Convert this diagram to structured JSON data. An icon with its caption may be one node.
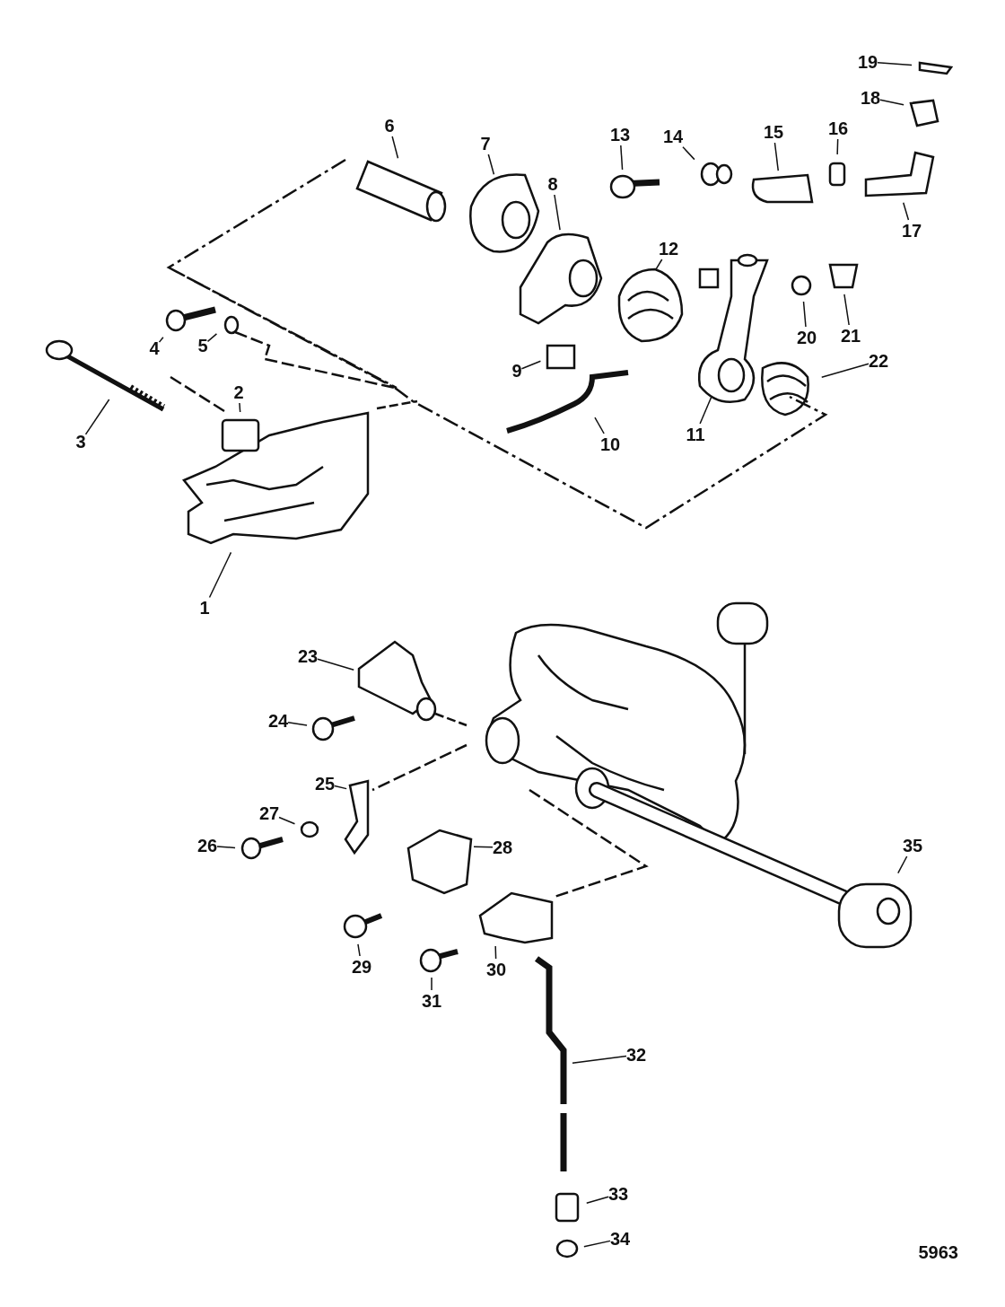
{
  "diagram": {
    "nodes": [
      {
        "text": [
          "1"
        ]
      },
      {
        "text": [
          "2"
        ]
      },
      {
        "text": [
          "3"
        ]
      },
      {
        "text": [
          "4"
        ]
      },
      {
        "text": [
          "5"
        ]
      },
      {
        "text": [
          "6"
        ]
      },
      {
        "text": [
          "7"
        ]
      },
      {
        "text": [
          "8"
        ]
      },
      {
        "text": [
          "9"
        ]
      },
      {
        "text": [
          "10"
        ]
      },
      {
        "text": [
          "11"
        ]
      },
      {
        "text": [
          "12"
        ]
      },
      {
        "text": [
          "13"
        ]
      },
      {
        "text": [
          "14"
        ]
      },
      {
        "text": [
          "15"
        ]
      },
      {
        "text": [
          "16"
        ]
      },
      {
        "text": [
          "17"
        ]
      },
      {
        "text": [
          "18"
        ]
      },
      {
        "text": [
          "19"
        ]
      },
      {
        "text": [
          "20"
        ]
      },
      {
        "text": [
          "21"
        ]
      },
      {
        "text": [
          "22"
        ]
      },
      {
        "text": [
          "23"
        ]
      },
      {
        "text": [
          "24"
        ]
      },
      {
        "text": [
          "25"
        ]
      },
      {
        "text": [
          "26"
        ]
      },
      {
        "text": [
          "27"
        ]
      },
      {
        "text": [
          "28"
        ]
      },
      {
        "text": [
          "29"
        ]
      },
      {
        "text": [
          "30"
        ]
      },
      {
        "text": [
          "31"
        ]
      },
      {
        "text": [
          "32"
        ]
      },
      {
        "text": [
          "33"
        ]
      },
      {
        "text": [
          "34"
        ]
      },
      {
        "text": [
          "35"
        ]
      }
    ],
    "edges": [
      {
        "from": 0,
        "to": null,
        "arrow": "none"
      },
      {
        "from": 1,
        "to": null,
        "arrow": "none"
      },
      {
        "from": 2,
        "to": null,
        "arrow": "none"
      },
      {
        "from": 3,
        "to": null,
        "arrow": "none"
      },
      {
        "from": 4,
        "to": null,
        "arrow": "none"
      },
      {
        "from": 5,
        "to": null,
        "arrow": "none"
      },
      {
        "from": 6,
        "to": null,
        "arrow": "none"
      },
      {
        "from": 7,
        "to": null,
        "arrow": "none"
      },
      {
        "from": 8,
        "to": null,
        "arrow": "none"
      },
      {
        "from": 9,
        "to": null,
        "arrow": "none"
      },
      {
        "from": 10,
        "to": null,
        "arrow": "none"
      },
      {
        "from": 11,
        "to": null,
        "arrow": "none"
      },
      {
        "from": 12,
        "to": null,
        "arrow": "none"
      },
      {
        "from": 13,
        "to": null,
        "arrow": "none"
      },
      {
        "from": 14,
        "to": null,
        "arrow": "none"
      },
      {
        "from": 15,
        "to": null,
        "arrow": "none"
      },
      {
        "from": 16,
        "to": null,
        "arrow": "none"
      },
      {
        "from": 17,
        "to": null,
        "arrow": "none"
      },
      {
        "from": 18,
        "to": null,
        "arrow": "none"
      },
      {
        "from": 19,
        "to": null,
        "arrow": "none"
      },
      {
        "from": 20,
        "to": null,
        "arrow": "none"
      },
      {
        "from": 21,
        "to": null,
        "arrow": "none"
      },
      {
        "from": 22,
        "to": null,
        "arrow": "none"
      },
      {
        "from": 23,
        "to": null,
        "arrow": "none"
      },
      {
        "from": 24,
        "to": null,
        "arrow": "none"
      },
      {
        "from": 25,
        "to": null,
        "arrow": "none"
      },
      {
        "from": 26,
        "to": null,
        "arrow": "none"
      },
      {
        "from": 27,
        "to": null,
        "arrow": "none"
      },
      {
        "from": 28,
        "to": null,
        "arrow": "none"
      },
      {
        "from": 29,
        "to": null,
        "arrow": "none"
      },
      {
        "from": 30,
        "to": null,
        "arrow": "none"
      },
      {
        "from": 31,
        "to": null,
        "arrow": "none"
      },
      {
        "from": 32,
        "to": null,
        "arrow": "none"
      },
      {
        "from": 33,
        "to": null,
        "arrow": "none"
      },
      {
        "from": 34,
        "to": null,
        "arrow": "none"
      }
    ],
    "labels": [
      "5963"
    ]
  }
}
